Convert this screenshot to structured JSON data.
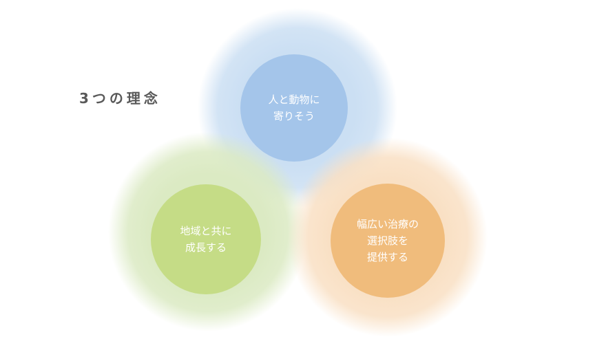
{
  "heading": "3つの理念",
  "principles": [
    {
      "lines": [
        "人と動物に",
        "寄りそう"
      ],
      "color": "#a4c5ea"
    },
    {
      "lines": [
        "地域と共に",
        "成長する"
      ],
      "color": "#c5dc86"
    },
    {
      "lines": [
        "幅広い治療の",
        "選択肢を",
        "提供する"
      ],
      "color": "#f0bc7c"
    }
  ]
}
